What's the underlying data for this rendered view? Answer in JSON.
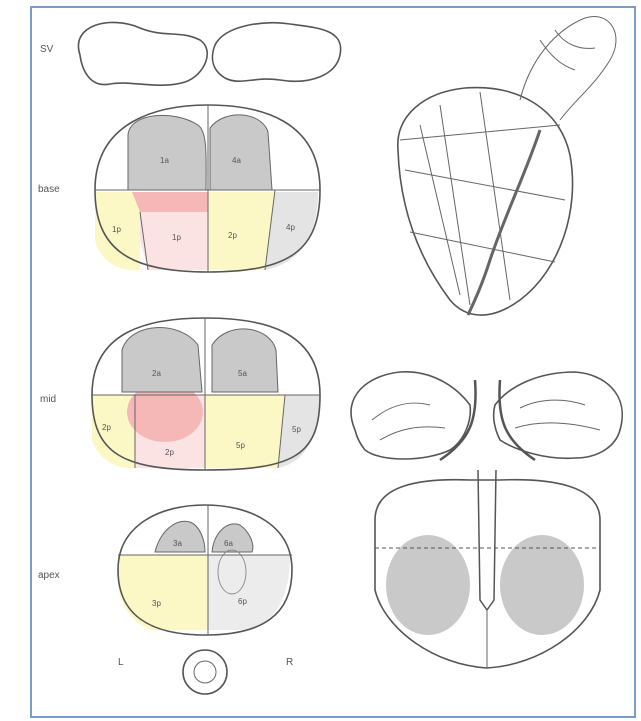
{
  "rows": {
    "sv": "SV",
    "base": "base",
    "mid": "mid",
    "apex": "apex"
  },
  "zones": {
    "base_left_anterior": "1a",
    "base_right_anterior": "4a",
    "base_left_lateral": "1p",
    "base_posterior": "1p",
    "base_right_lateral": "2p",
    "base_far_right": "4p",
    "mid_left_anterior": "2a",
    "mid_right_anterior": "5a",
    "mid_left_lateral": "2p",
    "mid_posterior": "2p",
    "mid_right_lateral": "5p",
    "mid_far_right": "5p",
    "apex_left_anterior": "3a",
    "apex_right_anterior": "6a",
    "apex_left": "3p",
    "apex_right": "6p"
  },
  "orientation": {
    "left": "L",
    "right": "R"
  },
  "colors": {
    "frame": "#7a9cc6",
    "anterior_gray": "#c9c9c9",
    "pink": "#f6b7b7",
    "light_pink": "#fbe3e3",
    "yellow": "#fbf8c6",
    "light_gray": "#ececec"
  }
}
